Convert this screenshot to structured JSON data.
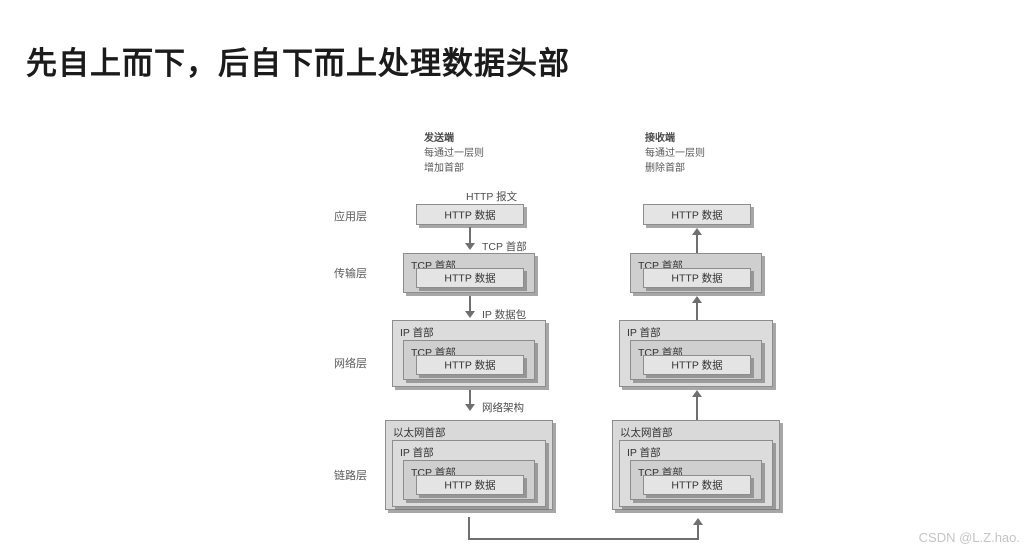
{
  "page": {
    "title": "先自上而下，后自下而上处理数据头部",
    "background_color": "#ffffff",
    "watermark": "CSDN @L.Z.hao."
  },
  "diagram": {
    "type": "network-encapsulation-layers",
    "sender": {
      "heading": "发送端",
      "description_line1": "每通过一层则",
      "description_line2": "增加首部"
    },
    "receiver": {
      "heading": "接收端",
      "description_line1": "每通过一层则",
      "description_line2": "删除首部"
    },
    "layers": [
      {
        "name": "应用层"
      },
      {
        "name": "传输层"
      },
      {
        "name": "网络层"
      },
      {
        "name": "链路层"
      }
    ],
    "flow_labels": {
      "http_message": "HTTP 报文",
      "tcp_header": "TCP 首部",
      "ip_packet": "IP 数据包",
      "network_architecture": "网络架构"
    },
    "headers": {
      "ethernet": "以太网首部",
      "ip": "IP 首部",
      "tcp": "TCP 首部",
      "http_data": "HTTP 数据"
    },
    "colors": {
      "box_fill": "#d2d2d2",
      "box_border": "#8d8d8d",
      "connector": "#6f6f6f",
      "text": "#333333",
      "label_text": "#5a5a5a"
    }
  }
}
